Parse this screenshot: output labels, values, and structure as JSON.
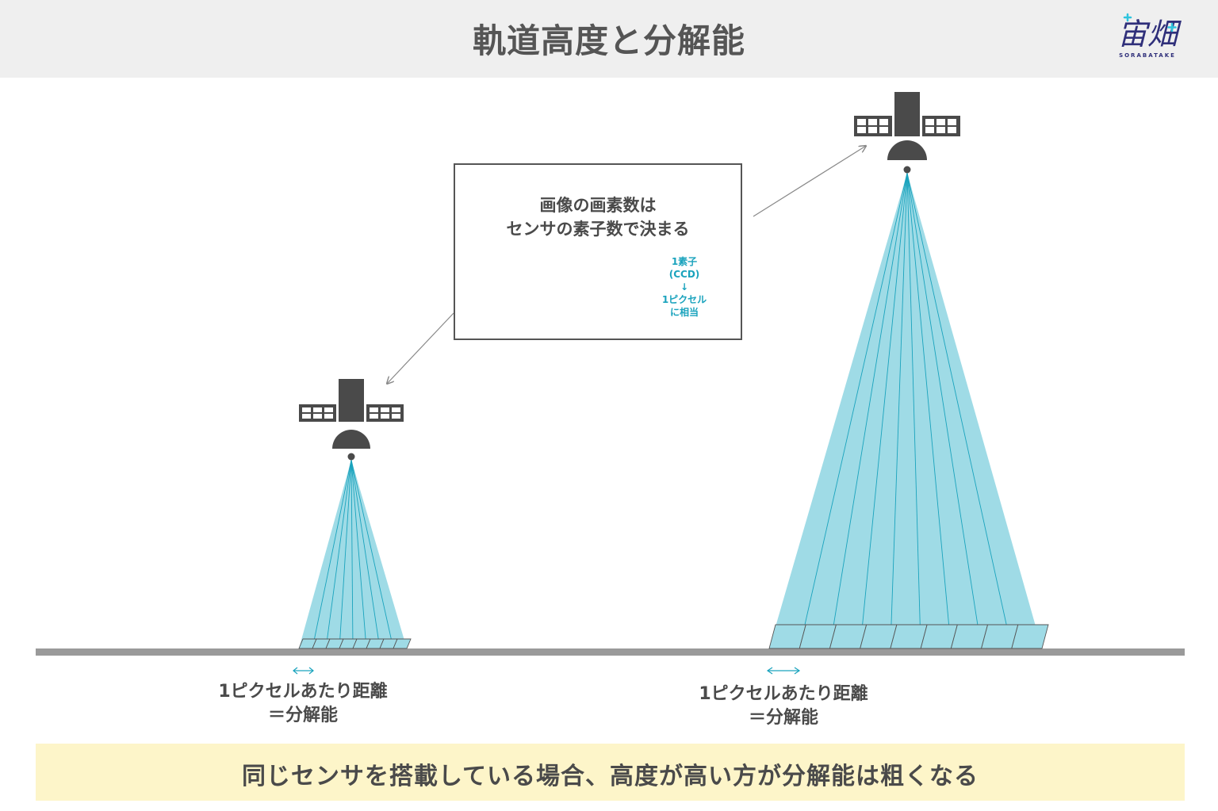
{
  "header": {
    "title": "軌道高度と分解能",
    "logo_text": "宙畑",
    "logo_subtext": "SORABATAKE"
  },
  "callout": {
    "title_line1": "画像の画素数は",
    "title_line2": "センサの素子数で決まる",
    "ccd_label": {
      "line1": "1素子",
      "line2": "(CCD)",
      "line3": "↓",
      "line4": "1ピクセル",
      "line5": "に相当"
    }
  },
  "satellites": [
    {
      "id": "low",
      "caption_line1": "1ピクセルあたり距離",
      "caption_line2": "＝分解能",
      "arrow_glyph": "⟷"
    },
    {
      "id": "high",
      "caption_line1": "1ピクセルあたり距離",
      "caption_line2": "＝分解能",
      "arrow_glyph": "⟷"
    }
  ],
  "banner": {
    "text": "同じセンサを搭載している場合、高度が高い方が分解能は粗くなる"
  },
  "colors": {
    "beam_fill": "#9fdbe6",
    "beam_line": "#1aa3bd",
    "satellite": "#4a4a4a",
    "ground": "#9a9a9a",
    "banner_bg": "#fdf5c9",
    "logo": "#2f2f7a",
    "accent": "#2ec4de"
  }
}
